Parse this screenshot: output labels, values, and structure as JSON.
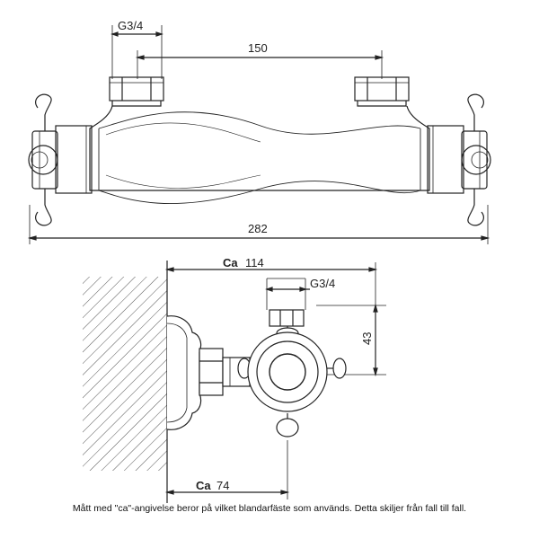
{
  "top_view": {
    "dim_thread": "G3/4",
    "dim_center": "150",
    "dim_total": "282"
  },
  "side_view": {
    "dim_depth_prefix": "Ca",
    "dim_depth_value": "114",
    "dim_thread": "G3/4",
    "dim_height": "43",
    "dim_wall_prefix": "Ca",
    "dim_wall_value": "74"
  },
  "caption": "Mått med \"ca\"-angivelse beror på vilket blandarfäste som används. Detta skiljer från fall till fall."
}
